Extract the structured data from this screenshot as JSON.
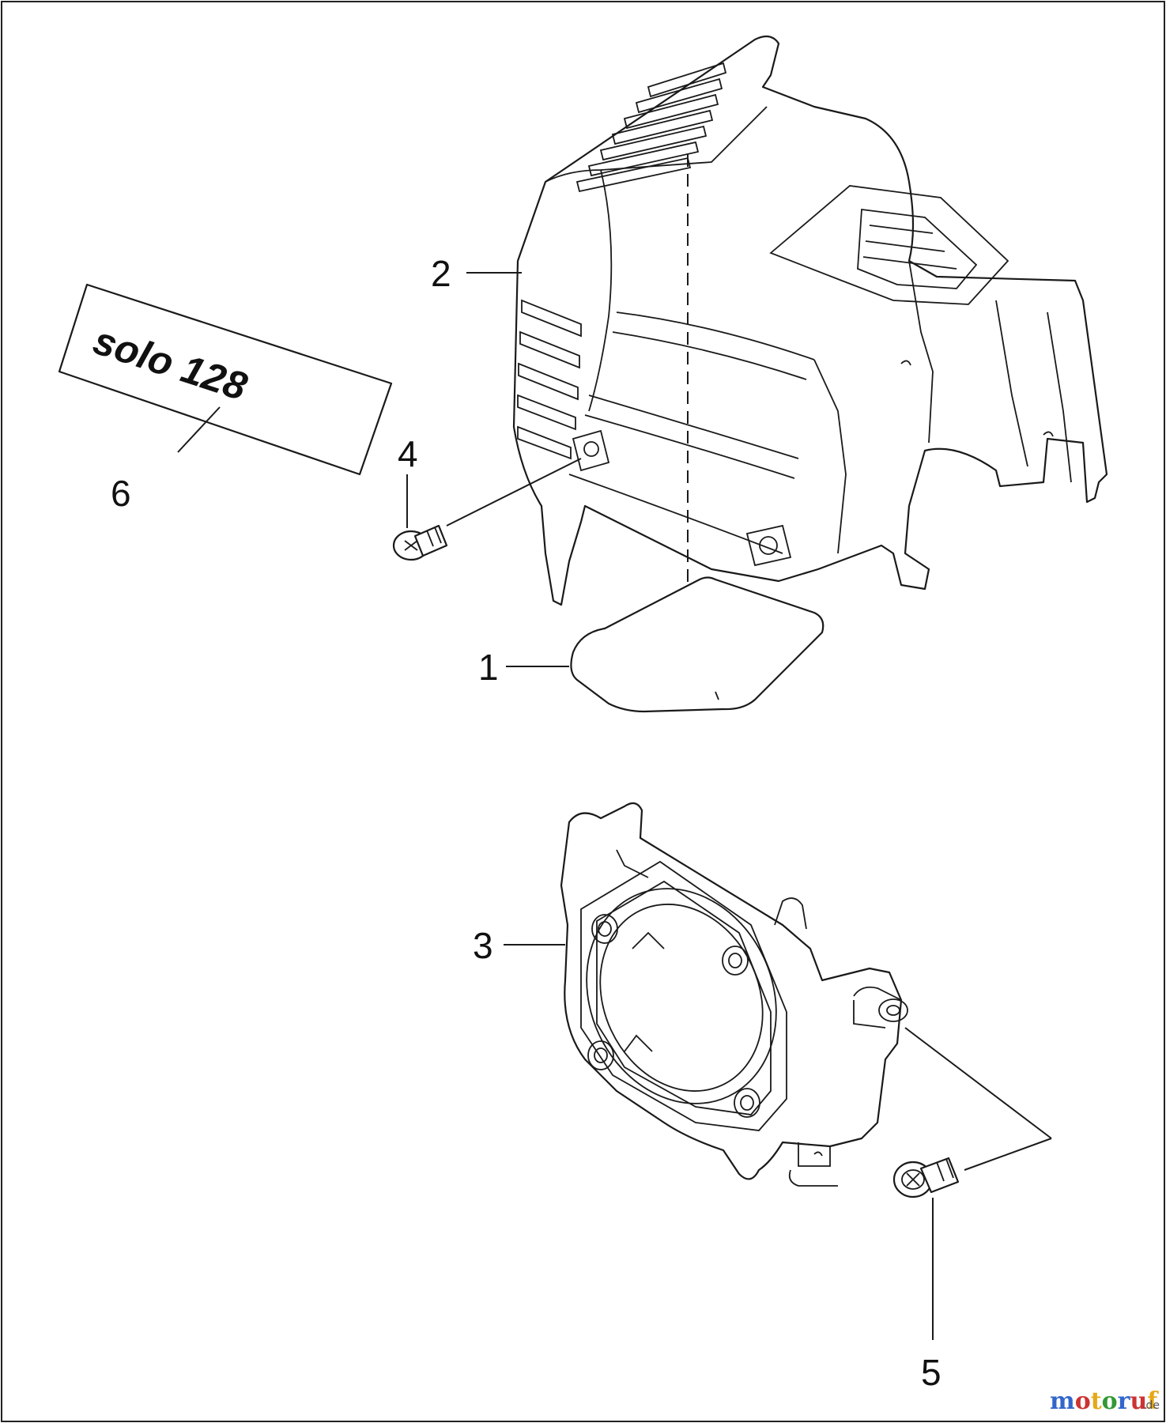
{
  "diagram": {
    "callouts": [
      {
        "id": "1",
        "label": "1"
      },
      {
        "id": "2",
        "label": "2"
      },
      {
        "id": "3",
        "label": "3"
      },
      {
        "id": "4",
        "label": "4"
      },
      {
        "id": "5",
        "label": "5"
      },
      {
        "id": "6",
        "label": "6"
      }
    ],
    "decal_text": "solo 128"
  },
  "watermark": {
    "brand_text": "motoruf",
    "suffix": ".de",
    "colors": [
      "#3366cc",
      "#cc3333",
      "#e6a817",
      "#339933"
    ]
  }
}
